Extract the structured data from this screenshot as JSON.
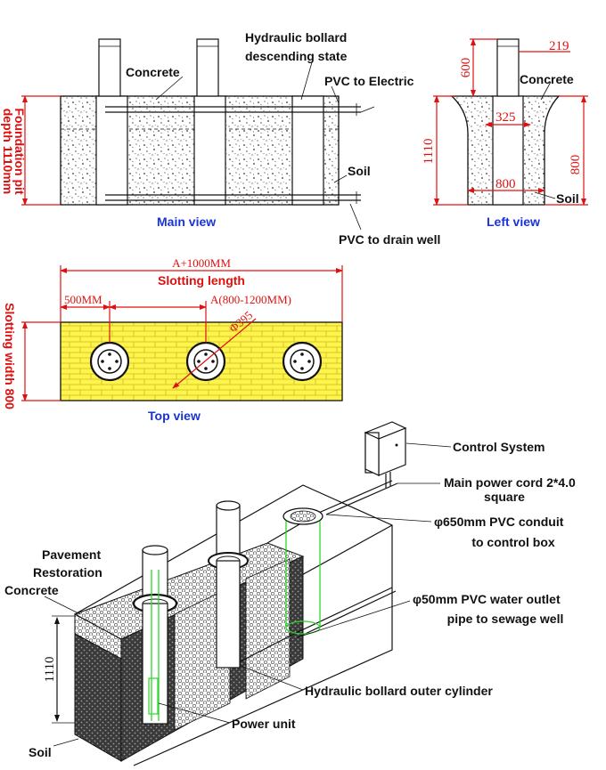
{
  "main_view": {
    "caption": "Main view",
    "labels": {
      "bollard_state": [
        "Hydraulic bollard",
        "descending state"
      ],
      "concrete": "Concrete",
      "pvc_electric": "PVC to Electric",
      "soil": "Soil",
      "pvc_drain": "PVC to drain well"
    },
    "side_label": [
      "Foundation pit",
      "depth 1110mm"
    ]
  },
  "left_view": {
    "caption": "Left view",
    "labels": {
      "concrete": "Concrete",
      "soil": "Soil"
    },
    "dims": {
      "d219": "219",
      "d600": "600",
      "d325": "325",
      "d1110": "1110",
      "d800v": "800",
      "d800h": "800"
    }
  },
  "top_view": {
    "caption": "Top view",
    "dims": {
      "total": "A+1000MM",
      "slotting_length": "Slotting length",
      "offset": "500MM",
      "spacing": "A(800-1200MM)",
      "diameter": "Φ395"
    },
    "side_label": "Slotting width 800"
  },
  "iso_view": {
    "labels": {
      "control_system": "Control System",
      "power_cord": [
        "Main power cord 2*4.0",
        "square"
      ],
      "conduit": [
        "φ650mm PVC conduit",
        "to control box"
      ],
      "water_pipe": [
        "φ50mm PVC water outlet",
        "pipe to sewage well"
      ],
      "pavement": [
        "Pavement",
        "Restoration"
      ],
      "concrete": "Concrete",
      "outer_cylinder": "Hydraulic bollard outer cylinder",
      "power_unit": "Power unit",
      "soil": "Soil",
      "depth": "1110"
    }
  },
  "colors": {
    "dimension": "#e01010",
    "caption": "#1a33d6",
    "brick": "#fff44a",
    "pipe_outline": "#2bd62b"
  }
}
